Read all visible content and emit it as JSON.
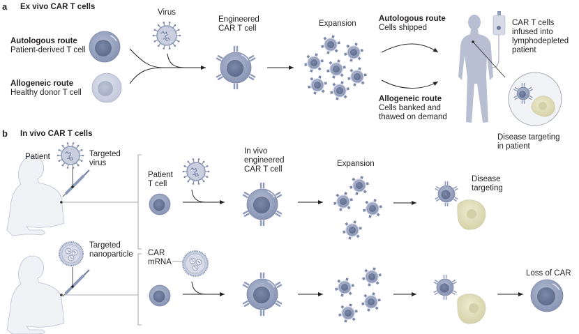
{
  "panel_a": {
    "letter": "a",
    "title": "Ex vivo CAR T cells",
    "autologous_title": "Autologous route",
    "autologous_sub": "Patient-derived T cell",
    "allogeneic_title": "Allogeneic route",
    "allogeneic_sub": "Healthy donor T cell",
    "virus": "Virus",
    "engineered": "Engineered\nCAR T cell",
    "expansion": "Expansion",
    "auto_route_title": "Autologous route",
    "auto_route_sub": "Cells shipped",
    "allo_route_title": "Allogeneic route",
    "allo_route_sub": "Cells banked and\nthawed on demand",
    "infused": "CAR T cells\ninfused into\nlymphodepleted\npatient",
    "disease": "Disease targeting\nin patient"
  },
  "panel_b": {
    "letter": "b",
    "title": "In vivo CAR T cells",
    "patient": "Patient",
    "targeted_virus": "Targeted\nvirus",
    "patient_t_cell": "Patient\nT cell",
    "in_vivo_engineered": "In vivo\nengineered\nCAR T cell",
    "expansion": "Expansion",
    "disease_targeting": "Disease\ntargeting",
    "targeted_nanoparticle": "Targeted\nnanoparticle",
    "car_mrna": "CAR\nmRNA",
    "loss_of_car": "Loss of CAR"
  },
  "colors": {
    "tcell": "#8c99b8",
    "tcell_light": "#c9cfdf",
    "nucleus": "#6e7b9c",
    "tumor": "#e3e0bf",
    "human": "#b8bfd3",
    "line": "#231f20"
  }
}
